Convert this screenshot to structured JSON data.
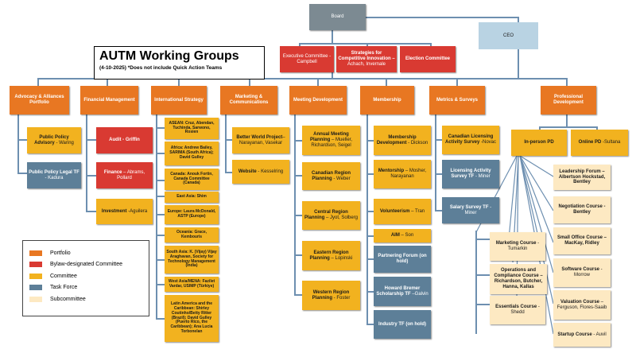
{
  "title": {
    "main": "AUTM Working Groups",
    "date": "(4-10-2025)",
    "note": "*Does not include Quick Action Teams"
  },
  "top": {
    "board": "Board",
    "ceo": "CEO",
    "executive": "Executive Committee - Campbell",
    "strategies_title": "Strategies for Competitive Innovation –",
    "strategies_names": "Achach, Invernale",
    "election": "Election Committee"
  },
  "portfolios": {
    "advocacy": "Advocacy & Alliances Portfolio",
    "financial": "Financial Management",
    "international": "International Strategy",
    "marketing": "Marketing & Communications",
    "meeting": "Meeting Development",
    "membership": "Membership",
    "metrics": "Metrics & Surveys",
    "professional": "Professional Development"
  },
  "advocacy": {
    "advisory_title": "Public Policy Advisory",
    "advisory_names": " - Waring",
    "legal_title": "Public Policy Legal TF",
    "legal_names": " - Kadura"
  },
  "financial": {
    "audit": "Audit - Griffin",
    "finance_title": "Finance",
    "finance_names": " – Abrams, Pollard",
    "investment_title": "Investment",
    "investment_names": " -Aguilera"
  },
  "international": {
    "items": [
      "ASEAN: Cruz, Abendan, Tuchinda, Sarwono, Rosien",
      "Africa: Andrew Bailey, SARIMA (South Africa); David Gulley",
      "Canada: Anouk Fortin, Canada Committee (Canada)",
      "East Asia: Shim",
      "Europe: Laura McDonald, ASTP (Europe)",
      "Oceania: Grace, Kembouris",
      "South Asia: K. (Vijay) Vijay Araghavan, Society for Technology Management (India)",
      "West Asia/MENA: Fazilet Vardar, USIMP (Türkiye)",
      "Latin America and the Caribbean: Shirley Coutinho/Betty Ritter (Brazil); David Gulley (Puerto Rico, the Caribbean); Ana Lucia Torbonelan"
    ]
  },
  "marketing": {
    "better_world_title": "Better World Project",
    "better_world_names": "– Narayanan, Vasekar",
    "website_title": "Website",
    "website_names": " - Kesselring"
  },
  "meeting": {
    "annual_title": "Annual Meeting Planning",
    "annual_names": " – Mueller, Richardson, Seigel",
    "canadian_title": "Canadian Region Planning",
    "canadian_names": " - Weber",
    "central_title": "Central Region Planning",
    "central_names": " – Jyot, Solberg",
    "eastern_title": "Eastern Region Planning",
    "eastern_names": " – Lopinski",
    "western_title": "Western Region Planning",
    "western_names": " - Foster"
  },
  "membership": {
    "development_title": "Membership Development",
    "development_names": " - Dickson",
    "mentorship_title": "Mentorship",
    "mentorship_names": " – Mosher, Narayanan",
    "volunteerism_title": "Volunteerism",
    "volunteerism_names": " – Tran",
    "aim_title": "AIM",
    "aim_names": " – Son",
    "partnering": "Partnering Forum (on hold)",
    "bremer_title": "Howard Bremer Scholarship TF",
    "bremer_names": " –Galvin",
    "industry": "Industry TF (on hold)"
  },
  "metrics": {
    "canadian_title": "Canadian Licensing Activity Survey",
    "canadian_names": " -Novac",
    "licensing_title": "Licensing Activity Survey TF",
    "licensing_names": " - Miner",
    "salary_title": "Salary Survey TF",
    "salary_names": " - Miner"
  },
  "professional": {
    "inperson": "In-person PD",
    "online_title": "Online PD",
    "online_names": " -Sultana",
    "marketing_title": "Marketing Course",
    "marketing_names": " - Tumarkin",
    "operations_title": "Operations and Compliance Course",
    "operations_names": " – Richardson, Butcher, Hanna, Kallas",
    "essentials_title": "Essentials Course",
    "essentials_names": " -Shedd",
    "leadership_title": "Leadership Forum",
    "leadership_names": " – Albertson Hockstad, Bentley",
    "negotiation_title": "Negotiation Course",
    "negotiation_names": " - Bentley",
    "small_office_title": "Small Office Course",
    "small_office_names": " – MacKay, Ridley",
    "software_title": "Software Course",
    "software_names": " - Morrow",
    "valuation_title": "Valuation Course",
    "valuation_names": " – Ferguson, Flores-Saaib",
    "startup_title": "Startup Course",
    "startup_names": " - Auvil"
  },
  "legend": {
    "items": [
      {
        "label": "Portfolio",
        "color": "#e87722"
      },
      {
        "label": "Bylaw-designated Committee",
        "color": "#d93a32"
      },
      {
        "label": "Committee",
        "color": "#f2b21f"
      },
      {
        "label": "Task Force",
        "color": "#5d7f98"
      },
      {
        "label": "Subcommittee",
        "color": "#fde9c2"
      }
    ]
  },
  "colors": {
    "portfolio": "#e87722",
    "bylaw_committee": "#d93a32",
    "committee": "#f2b21f",
    "task_force": "#5d7f98",
    "subcommittee": "#fde9c2",
    "board": "#7c8a92",
    "ceo": "#b9d3e3",
    "connector": "#6d8fb0"
  }
}
